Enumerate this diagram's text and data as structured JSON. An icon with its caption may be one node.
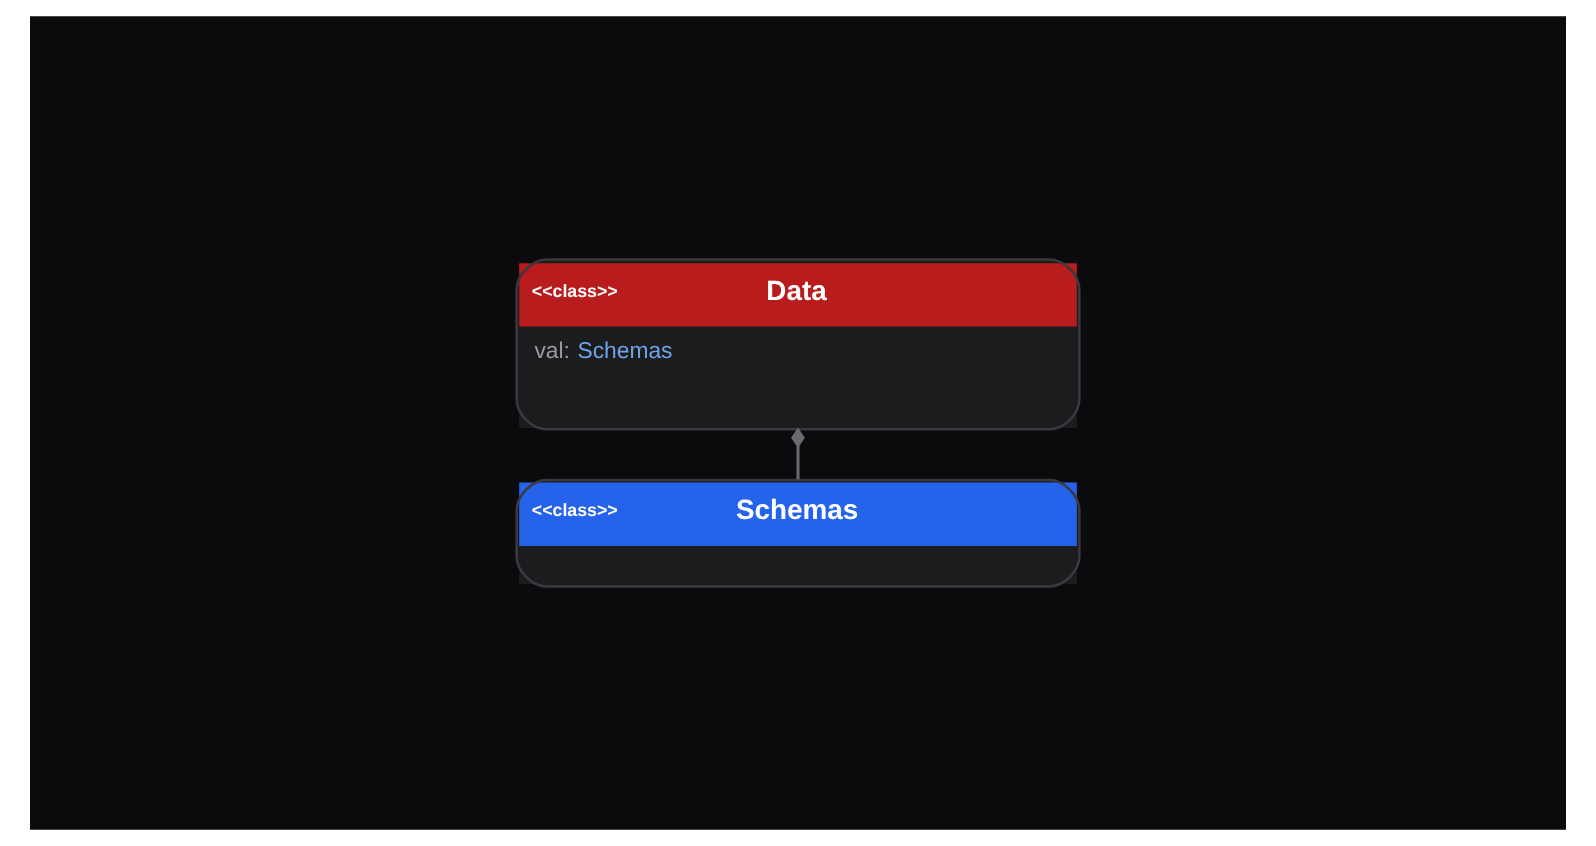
{
  "diagram": {
    "nodes": [
      {
        "text": [
          "<<class>>",
          "Data",
          "val: Schemas"
        ]
      },
      {
        "text": [
          "<<class>>",
          "Schemas"
        ]
      }
    ],
    "edges": [
      {
        "from": 0,
        "to": 1,
        "arrow": "other"
      }
    ]
  }
}
